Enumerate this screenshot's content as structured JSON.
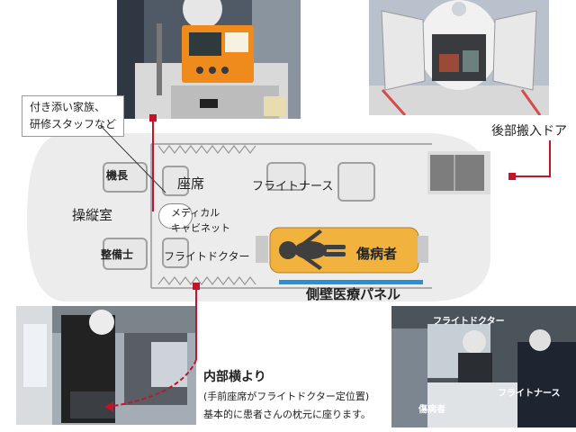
{
  "labels": {
    "cockpit": "操縦室",
    "captain": "機長",
    "mechanic": "整備士",
    "seat": "座席",
    "flight_doctor": "フライトドクター",
    "flight_nurse": "フライトナース",
    "medical_cabinet_line1": "メディカル",
    "medical_cabinet_line2": "キャビネット",
    "patient": "傷病者",
    "side_wall_panel": "側壁医療パネル",
    "rear_door": "後部搬入ドア",
    "family_note_line1": "付き添い家族、",
    "family_note_line2": "研修スタッフなど",
    "interior_title": "内部横より",
    "interior_desc_line1": "(手前座席がフライトドクター定位置)",
    "interior_desc_line2": "基本的に患者さんの枕元に座ります。"
  },
  "photo_labels": {
    "flight_doctor": "フライトドクター",
    "flight_nurse": "フライトナース",
    "patient": "傷病者"
  },
  "colors": {
    "accent_red": "#c0152a",
    "stretcher_orange": "#f2b23e",
    "panel_blue": "#2b8fd6",
    "fuselage": "#ececec"
  }
}
